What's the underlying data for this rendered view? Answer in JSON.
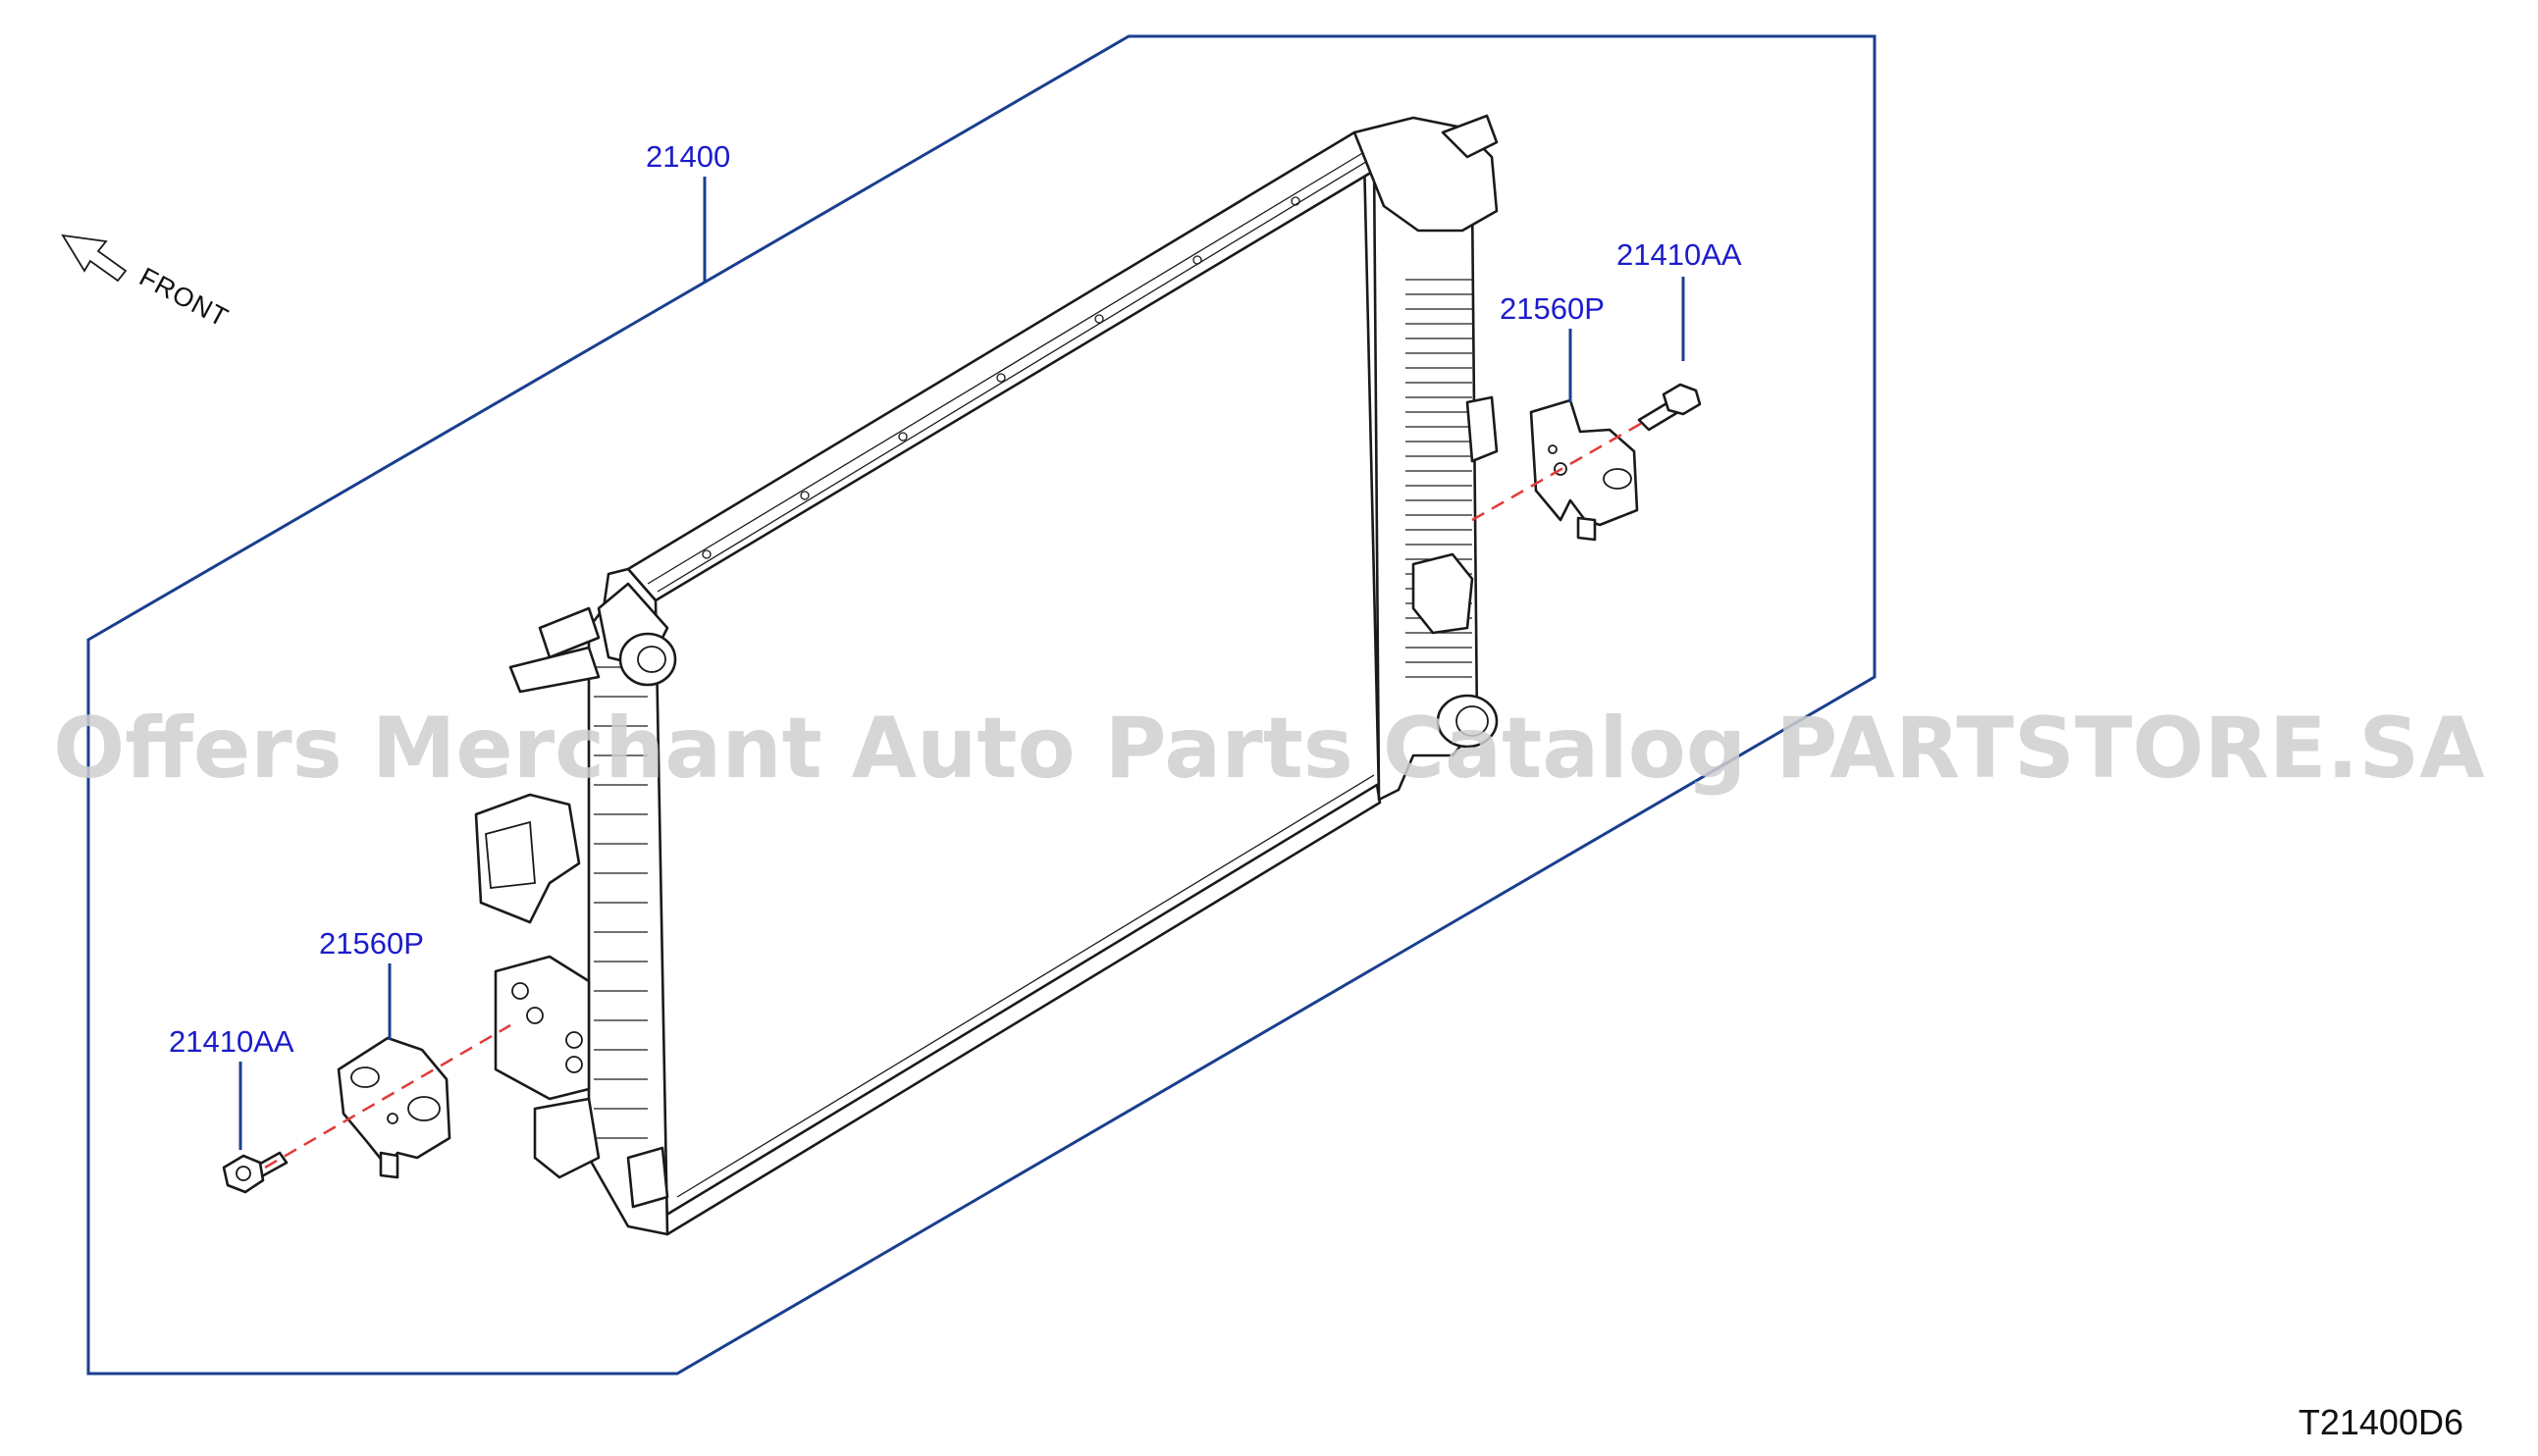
{
  "diagram": {
    "callouts": {
      "radiator": "21400",
      "bracket_upper": "21560P",
      "bolt_upper": "21410AA",
      "bracket_lower": "21560P",
      "bolt_lower": "21410AA"
    },
    "front_label": "FRONT",
    "diagram_code": "T21400D6",
    "watermark": "Offers Merchant Auto Parts Catalog PARTSTORE.SA"
  },
  "colors": {
    "callout_text": "#1c1ccc",
    "frame_line": "#1a3f8f",
    "alignment_dash": "#e23a3a",
    "watermark": "#cfcfcf"
  },
  "icons": {
    "front": "front-arrow-icon"
  }
}
